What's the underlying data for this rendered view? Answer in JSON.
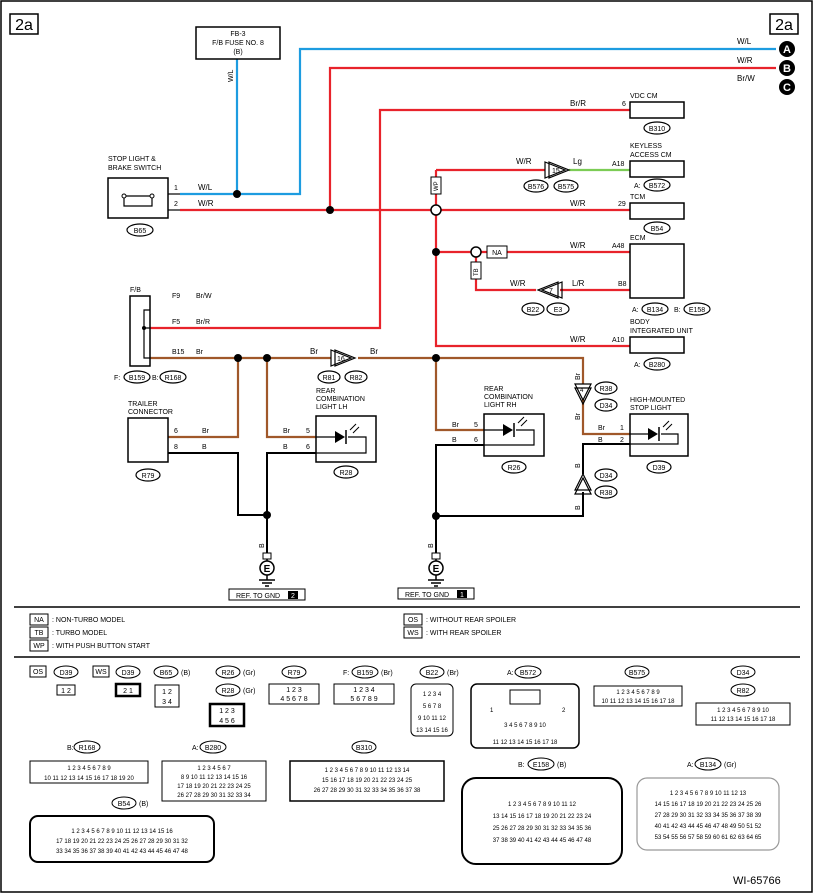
{
  "page_tag_left": "2a",
  "page_tag_right": "2a",
  "fuse": {
    "name": "FB-3",
    "desc": "F/B FUSE NO. 8",
    "sub": "(B)",
    "wire": "W/L"
  },
  "switch": {
    "line1": "STOP LIGHT &",
    "line2": "BRAKE SWITCH",
    "conn": "B65",
    "pin1": "1",
    "pin2": "2",
    "w1": "W/L",
    "w2": "W/R"
  },
  "buses": [
    {
      "wire": "W/L",
      "letter": "A"
    },
    {
      "wire": "W/R",
      "letter": "B"
    },
    {
      "wire": "Br/W",
      "letter": "C"
    }
  ],
  "vdc": {
    "title": "VDC CM",
    "pin": "6",
    "wire": "Br/R",
    "conn": "B310"
  },
  "keyless": {
    "line1": "KEYLESS",
    "line2": "ACCESS CM",
    "pin": "A18",
    "conn_pref": "A:",
    "conn": "B572",
    "wire_in": "W/R",
    "wire_out": "Lg",
    "joint": "15",
    "c1": "B576",
    "c2": "B575"
  },
  "tcm": {
    "title": "TCM",
    "pin": "29",
    "wire": "W/R",
    "conn": "B54"
  },
  "wp_tag": "WP",
  "ecm": {
    "title": "ECM",
    "pin1": "A48",
    "pin2": "B8",
    "w1": "W/R",
    "w2": "W/R",
    "w3": "L/R",
    "na": "NA",
    "tb": "TB",
    "joint": "7",
    "c1": "B22",
    "c2": "E3",
    "pref_a": "A:",
    "conn_a": "B134",
    "pref_b": "B:",
    "conn_b": "E158"
  },
  "biu": {
    "line1": "BODY",
    "line2": "INTEGRATED UNIT",
    "pin": "A10",
    "wire": "W/R",
    "conn_pref": "A:",
    "conn": "B280"
  },
  "fb": {
    "title": "F/B",
    "pins": [
      "F9",
      "F5",
      "B15"
    ],
    "wires": [
      "Br/W",
      "Br/R",
      "Br"
    ],
    "pref_f": "F:",
    "conn_f": "B159",
    "pref_b": "B:",
    "conn_b": "R168"
  },
  "joint16": {
    "num": "16",
    "w_in": "Br",
    "w_out": "Br",
    "c1": "R81",
    "c2": "R82"
  },
  "trailer": {
    "line1": "TRAILER",
    "line2": "CONNECTOR",
    "pin1": "6",
    "pin2": "8",
    "w1": "Br",
    "w2": "B",
    "conn": "R79"
  },
  "rcl_lh": {
    "line1": "REAR",
    "line2": "COMBINATION",
    "line3": "LIGHT LH",
    "pin1": "5",
    "pin2": "6",
    "w1": "Br",
    "w2": "B",
    "conn": "R28"
  },
  "rcl_rh": {
    "line1": "REAR",
    "line2": "COMBINATION",
    "line3": "LIGHT RH",
    "pin1": "5",
    "pin2": "6",
    "w1": "Br",
    "w2": "B",
    "conn": "R26"
  },
  "hmsl": {
    "line1": "HIGH-MOUNTED",
    "line2": "STOP LIGHT",
    "pin1": "1",
    "pin2": "2",
    "w1": "Br",
    "w2": "B",
    "conn": "D39",
    "upper_wire": "Br",
    "lower_wire": "B",
    "joint_a": "4",
    "c1": "R38",
    "c2": "D34",
    "c3": "D34",
    "c4": "R38"
  },
  "grounds": [
    {
      "wire": "B",
      "ref": "REF. TO GND",
      "code": "2"
    },
    {
      "wire": "B",
      "ref": "REF. TO GND",
      "code": "1"
    }
  ],
  "legend": [
    {
      "tag": "NA",
      "text": ": NON-TURBO MODEL"
    },
    {
      "tag": "TB",
      "text": ": TURBO MODEL"
    },
    {
      "tag": "WP",
      "text": ": WITH PUSH BUTTON START"
    },
    {
      "tag": "OS",
      "text": ": WITHOUT REAR SPOILER"
    },
    {
      "tag": "WS",
      "text": ": WITH REAR SPOILER"
    }
  ],
  "connectors": {
    "os": "OS",
    "ws": "WS",
    "d39": "D39",
    "d39b": "D39",
    "b65": "B65",
    "b65c": "(B)",
    "r26": "R26",
    "r26c": "(Gr)",
    "r28": "R28",
    "r28c": "(Gr)",
    "r79": "R79",
    "b159p": "F:",
    "b159": "B159",
    "b159c": "(Br)",
    "b22": "B22",
    "b22c": "(Br)",
    "b572p": "A:",
    "b572": "B572",
    "b575": "B575",
    "d34": "D34",
    "r82": "R82",
    "r168p": "B:",
    "r168": "R168",
    "b280p": "A:",
    "b280": "B280",
    "b310": "B310",
    "e158p": "B:",
    "e158": "E158",
    "e158c": "(B)",
    "b134p": "A:",
    "b134": "B134",
    "b134c": "(Gr)",
    "b54": "B54",
    "b54c": "(B)"
  },
  "figure_id": "WI-65766",
  "colors": {
    "red": "#e8232b",
    "blue": "#1d9ce0",
    "brown": "#a0582a",
    "green": "#7ccc55",
    "black": "#000000"
  }
}
